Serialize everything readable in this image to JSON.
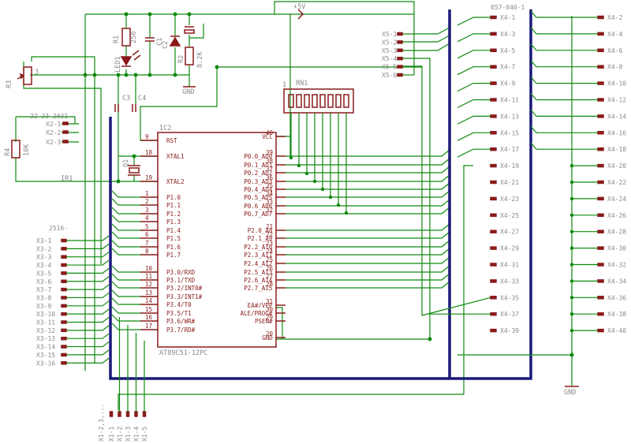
{
  "ic2": {
    "ref": "IC2",
    "part": "AT89C51-12PC",
    "left_pins": [
      {
        "num": "9",
        "name": "RST"
      },
      {
        "num": "18",
        "name": "XTAL1"
      },
      {
        "num": "19",
        "name": "XTAL2"
      },
      {
        "num": "1",
        "name": "P1.0"
      },
      {
        "num": "2",
        "name": "P1.1"
      },
      {
        "num": "3",
        "name": "P1.2"
      },
      {
        "num": "4",
        "name": "P1.3"
      },
      {
        "num": "5",
        "name": "P1.4"
      },
      {
        "num": "6",
        "name": "P1.5"
      },
      {
        "num": "7",
        "name": "P1.6"
      },
      {
        "num": "8",
        "name": "P1.7"
      },
      {
        "num": "10",
        "name": "P3.0/RXD"
      },
      {
        "num": "11",
        "name": "P3.1/TXD"
      },
      {
        "num": "12",
        "name": "P3.2/INT0#"
      },
      {
        "num": "13",
        "name": "P3.3/INT1#"
      },
      {
        "num": "14",
        "name": "P3.4/T0"
      },
      {
        "num": "15",
        "name": "P3.5/T1"
      },
      {
        "num": "16",
        "name": "P3.6/WR#"
      },
      {
        "num": "17",
        "name": "P3.7/RD#"
      }
    ],
    "right_pins": [
      {
        "num": "40",
        "name": "VCC"
      },
      {
        "num": "39",
        "name": "P0.0_AD0"
      },
      {
        "num": "38",
        "name": "P0.1_AD1"
      },
      {
        "num": "37",
        "name": "P0.2_AD2"
      },
      {
        "num": "36",
        "name": "P0.3_AD3"
      },
      {
        "num": "35",
        "name": "P0.4_AD4"
      },
      {
        "num": "34",
        "name": "P0.5_AD5"
      },
      {
        "num": "33",
        "name": "P0.6_AD6"
      },
      {
        "num": "32",
        "name": "P0.7_AD7"
      },
      {
        "num": "21",
        "name": "P2.0_A8"
      },
      {
        "num": "22",
        "name": "P2.1_A9"
      },
      {
        "num": "23",
        "name": "P2.2_A10"
      },
      {
        "num": "24",
        "name": "P2.3_A11"
      },
      {
        "num": "25",
        "name": "P2.4_A12"
      },
      {
        "num": "26",
        "name": "P2.5_A13"
      },
      {
        "num": "27",
        "name": "P2.6_A14"
      },
      {
        "num": "28",
        "name": "P2.7_A15"
      },
      {
        "num": "31",
        "name": "EA#/VPP"
      },
      {
        "num": "30",
        "name": "ALE/PROG#"
      },
      {
        "num": "29",
        "name": "PSEN#"
      },
      {
        "num": "20",
        "name": "GND"
      }
    ]
  },
  "components": {
    "r1": {
      "ref": "R1",
      "value": "250"
    },
    "r2": {
      "ref": "R2",
      "value": "8.2K"
    },
    "r3": {
      "ref": "R3"
    },
    "r4": {
      "ref": "R4",
      "value": "10K"
    },
    "c1": {
      "ref": "C1"
    },
    "c2": {
      "ref": "C2"
    },
    "c3": {
      "ref": "C3"
    },
    "c4": {
      "ref": "C4"
    },
    "led1": {
      "ref": "LED1"
    },
    "q1": {
      "ref": "Q1"
    },
    "ir1": {
      "ref": "IR1"
    },
    "rn1": {
      "ref": "RN1",
      "pin1": "1"
    },
    "r3_pin": "3"
  },
  "power": {
    "vcc": "+5V",
    "gnd": "GND",
    "gnd2": "GND"
  },
  "headers": {
    "x1": {
      "title": "X1-2,3,...",
      "pins": [
        "X1-1",
        "X1-2",
        "X1-3",
        "X1-4",
        "X1-5"
      ]
    },
    "x2": {
      "title": "22-23-2031",
      "pins": [
        "X2-1",
        "X2-2",
        "X2-3"
      ]
    },
    "x3": {
      "title": "2516-",
      "pins": [
        "X3-1",
        "X3-2",
        "X3-3",
        "X3-4",
        "X3-5",
        "X3-6",
        "X3-7",
        "X3-8",
        "X3-9",
        "X3-10",
        "X3-11",
        "X3-12",
        "X3-13",
        "X3-14",
        "X3-15",
        "X3-16"
      ]
    },
    "x5": {
      "pins": [
        "X5-1",
        "X5-2",
        "X5-3",
        "X5-4",
        "X5-5",
        "X5-6"
      ]
    },
    "x4": {
      "title": "057-040-1",
      "odd": [
        "X4-1",
        "X4-3",
        "X4-5",
        "X4-7",
        "X4-9",
        "X4-11",
        "X4-13",
        "X4-15",
        "X4-17",
        "X4-19",
        "X4-21",
        "X4-23",
        "X4-25",
        "X4-27",
        "X4-29",
        "X4-31",
        "X4-33",
        "X4-35",
        "X4-37",
        "X4-39"
      ],
      "even": [
        "X4-2",
        "X4-4",
        "X4-6",
        "X4-8",
        "X4-10",
        "X4-12",
        "X4-14",
        "X4-16",
        "X4-18",
        "X4-20",
        "X4-22",
        "X4-24",
        "X4-26",
        "X4-28",
        "X4-30",
        "X4-32",
        "X4-34",
        "X4-36",
        "X4-38",
        "X4-40"
      ]
    }
  }
}
